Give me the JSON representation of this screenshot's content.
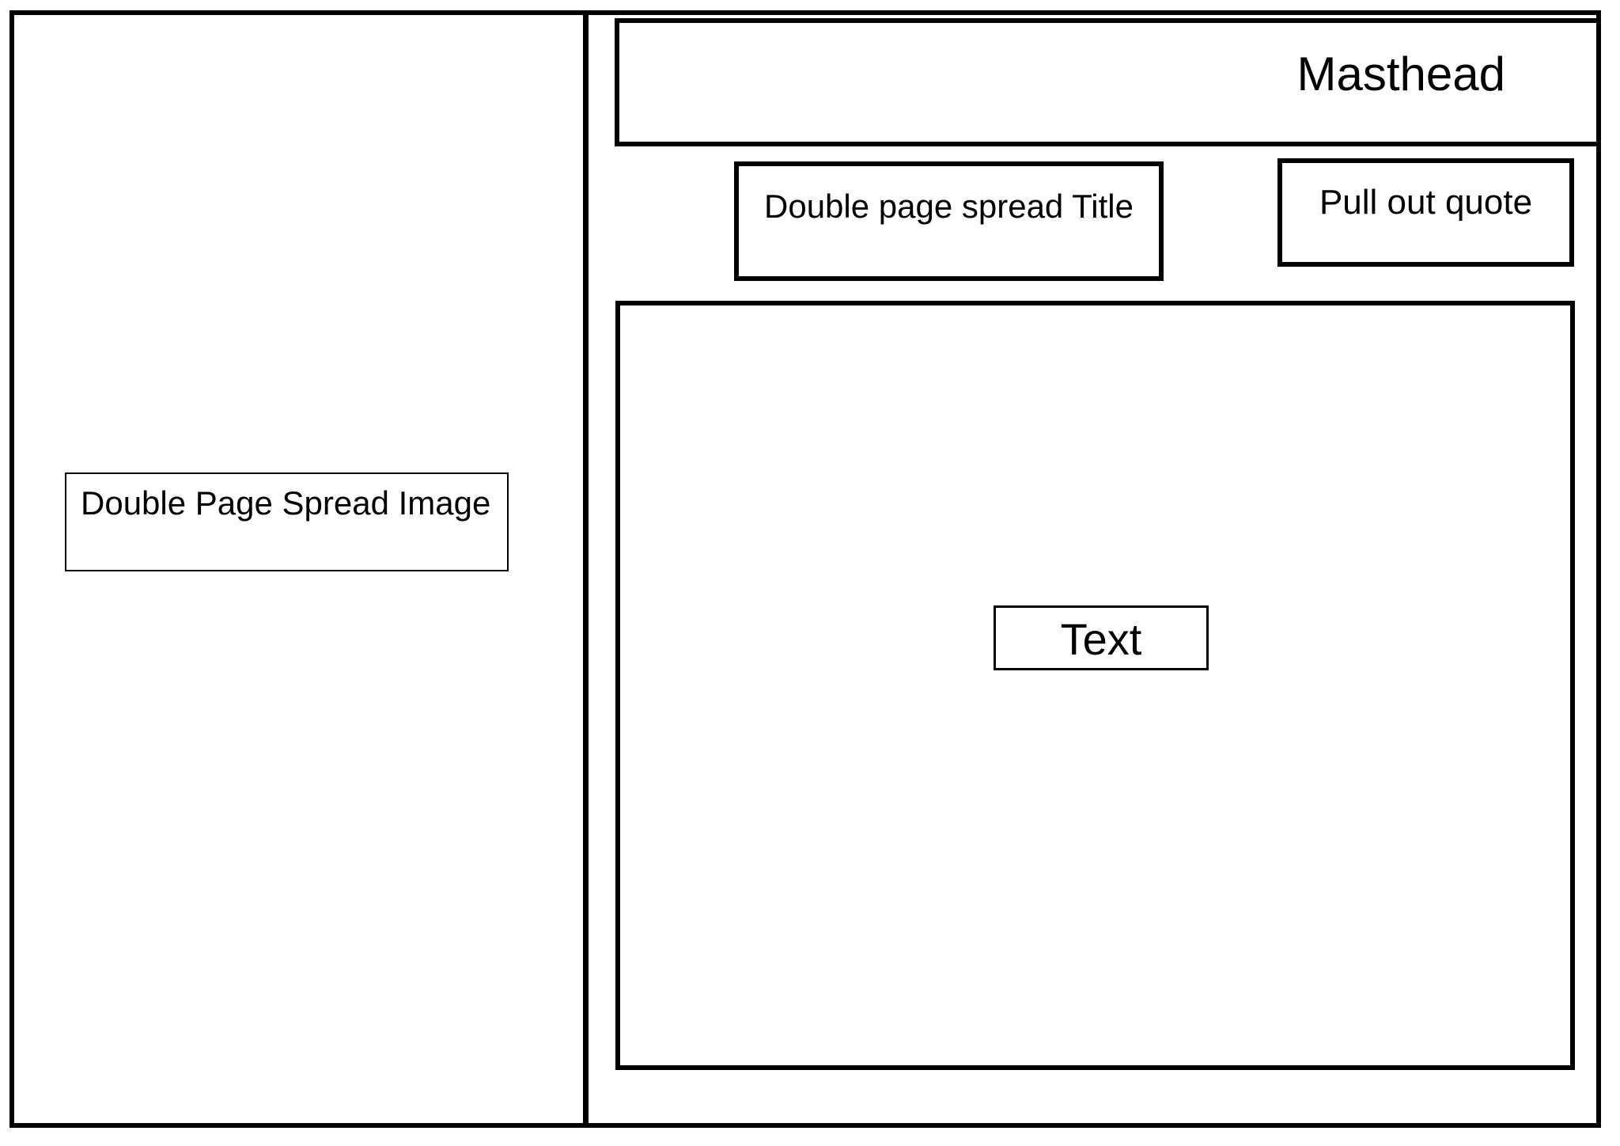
{
  "diagram": {
    "type": "magazine-double-page-spread-wireframe",
    "colors": {
      "background": "#ffffff",
      "line": "#000000",
      "text": "#000000"
    },
    "left_page": {
      "image_label": "Double Page Spread Image"
    },
    "right_page": {
      "masthead_label": "Masthead",
      "title_label": "Double page spread Title",
      "pull_quote_label": "Pull out quote",
      "text_label": "Text"
    }
  }
}
